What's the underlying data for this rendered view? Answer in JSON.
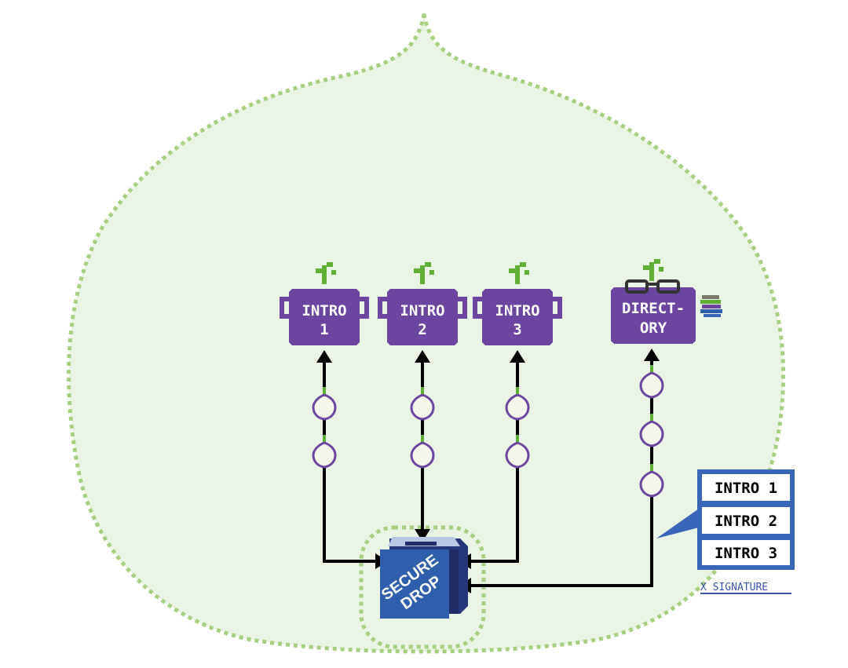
{
  "colors": {
    "bubble_fill": "#eaf4e4",
    "bubble_stroke": "#a6d07f",
    "node_purple": "#6b45a0",
    "sprout_green": "#5fae35",
    "bead_fill": "#f3f6e8",
    "drop_blue": "#2f5fac",
    "legend_blue": "#3a66b9",
    "connector": "#000000"
  },
  "intro_nodes": [
    {
      "line1": "INTRO",
      "line2": "1"
    },
    {
      "line1": "INTRO",
      "line2": "2"
    },
    {
      "line1": "INTRO",
      "line2": "3"
    }
  ],
  "directory_node": {
    "line1": "DIRECT-",
    "line2": "ORY",
    "icon": "glasses-icon"
  },
  "secure_drop": {
    "line1": "SECURE",
    "line2": "DROP"
  },
  "legend": {
    "items": [
      "INTRO 1",
      "INTRO 2",
      "INTRO 3"
    ]
  },
  "signature": "X SIGNATURE"
}
